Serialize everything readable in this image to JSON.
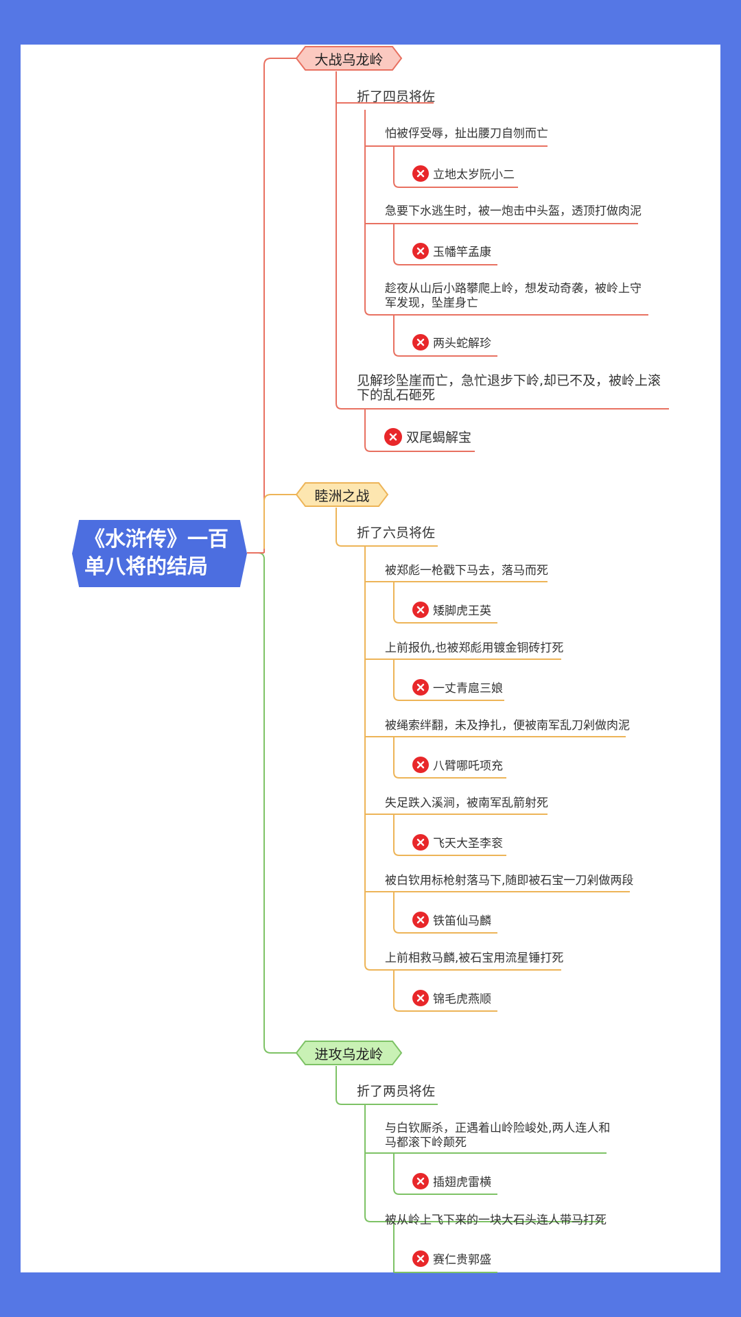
{
  "root": {
    "title_line1": "《水浒传》一百",
    "title_line2": "单八将的结局"
  },
  "branches": [
    {
      "title": "大战乌龙岭",
      "color": "#E87060",
      "fill": "#FBC9C0",
      "sub": "折了四员将佐",
      "items": [
        {
          "cause": "怕被俘受辱，扯出腰刀自刎而亡",
          "name": "立地太岁阮小二"
        },
        {
          "cause": "急要下水逃生时，被一炮击中头盔，透顶打做肉泥",
          "name": "玉幡竿孟康"
        },
        {
          "cause": "趁夜从山后小路攀爬上岭，想发动奇袭，被岭上守军发现，坠崖身亡",
          "name": "两头蛇解珍"
        }
      ],
      "extra": {
        "cause": "见解珍坠崖而亡，急忙退步下岭,却已不及，被岭上滚下的乱石砸死",
        "name": "双尾蝎解宝"
      }
    },
    {
      "title": "睦洲之战",
      "color": "#EDB457",
      "fill": "#FDE6B0",
      "sub": "折了六员将佐",
      "items": [
        {
          "cause": "被郑彪一枪戳下马去，落马而死",
          "name": "矮脚虎王英"
        },
        {
          "cause": "上前报仇,也被郑彪用镀金铜砖打死",
          "name": "一丈青扈三娘"
        },
        {
          "cause": "被绳索绊翻，未及挣扎，便被南军乱刀剁做肉泥",
          "name": "八臂哪吒项充"
        },
        {
          "cause": "失足跌入溪涧，被南军乱箭射死",
          "name": "飞天大圣李衮"
        },
        {
          "cause": "被白钦用标枪射落马下,随即被石宝一刀剁做两段",
          "name": "铁笛仙马麟"
        },
        {
          "cause": "上前相救马麟,被石宝用流星锤打死",
          "name": "锦毛虎燕顺"
        }
      ]
    },
    {
      "title": "进攻乌龙岭",
      "color": "#7DC265",
      "fill": "#C9F1B5",
      "sub": "折了两员将佐",
      "items": [
        {
          "cause": "与白钦厮杀，正遇着山岭险峻处,两人连人和马都滚下岭颠死",
          "name": "插翅虎雷横"
        },
        {
          "cause": "被从岭上飞下来的一块大石头连人带马打死",
          "name": "赛仁贵郭盛"
        }
      ]
    }
  ]
}
